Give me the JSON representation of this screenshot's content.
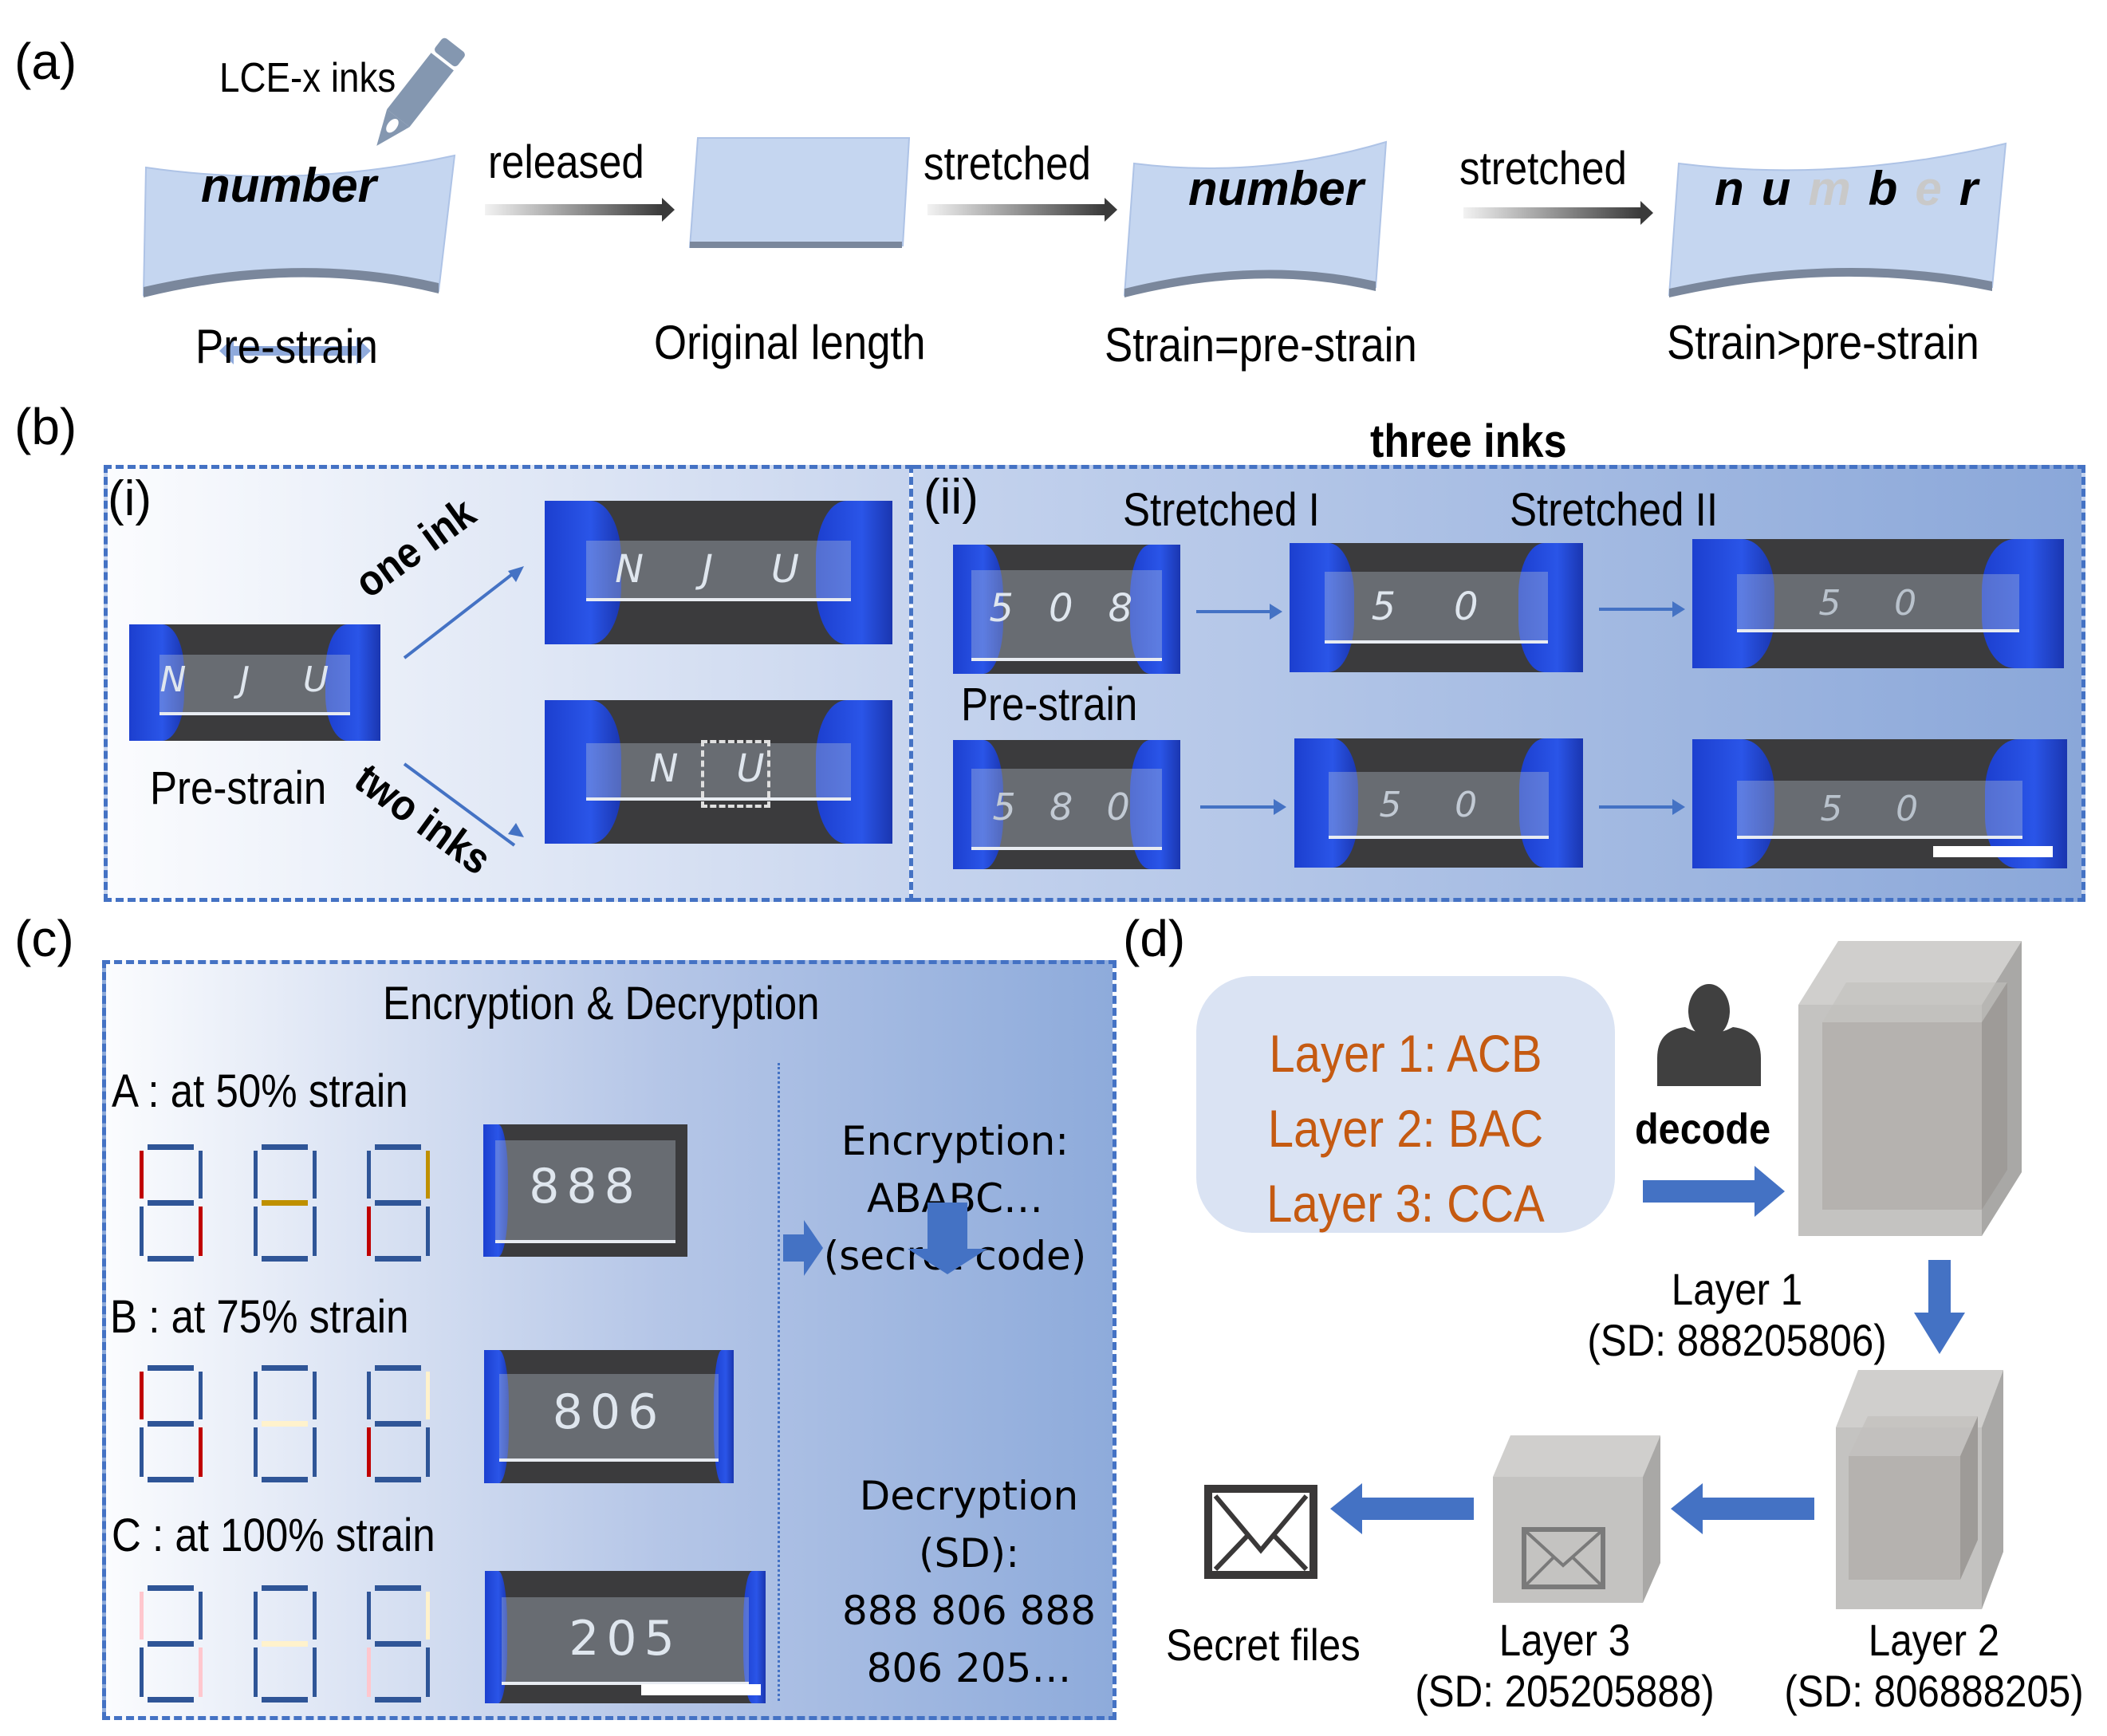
{
  "panel_a": {
    "label": "(a)",
    "pen_label": "LCE-x inks",
    "sheets": [
      {
        "text": "number",
        "caption": "Pre-strain"
      },
      {
        "text": "",
        "caption": "Original length"
      },
      {
        "text": "number",
        "caption": "Strain=pre-strain"
      },
      {
        "letters": [
          "n",
          "u",
          "m",
          "b",
          "e",
          "r"
        ],
        "faded": [
          false,
          false,
          true,
          false,
          true,
          false
        ],
        "caption": "Strain>pre-strain"
      }
    ],
    "arrows": [
      "released",
      "stretched",
      "stretched"
    ],
    "colors": {
      "sheet": "#c5d6f0",
      "sheet_edge": "#7a879c",
      "pen": "#8497b0",
      "faded_letter": "#c9c9c9",
      "prestrain_arrow": "#8faadc"
    }
  },
  "panel_b": {
    "label": "(b)",
    "title": "three inks",
    "sub_i": {
      "label": "(i)",
      "prestrain_caption": "Pre-strain",
      "photo_prestrain_text": "N J U",
      "branches": [
        {
          "label": "one ink",
          "photo_text": "N J U"
        },
        {
          "label": "two inks",
          "photo_text": "N   U"
        }
      ]
    },
    "sub_ii": {
      "label": "(ii)",
      "column_headers": [
        "Stretched I",
        "Stretched II"
      ],
      "prestrain_caption": "Pre-strain",
      "rows": [
        [
          "5 0 8",
          "5 0",
          "5 0"
        ],
        [
          "5 8 0",
          "5   0",
          "5   0"
        ]
      ]
    }
  },
  "panel_c": {
    "label": "(c)",
    "title": "Encryption & Decryption",
    "states": [
      {
        "label": "A : at 50% strain",
        "photo_text": "888",
        "digits": [
          {
            "tl": "#c00000",
            "br": "#c00000"
          },
          {
            "mid": "#bf9000"
          },
          {
            "tr": "#bf9000",
            "bl": "#c00000"
          }
        ]
      },
      {
        "label": "B : at 75% strain",
        "photo_text": "806",
        "digits": [
          {
            "tl": "#c00000",
            "br": "#c00000"
          },
          {
            "mid": "#fff2cc"
          },
          {
            "tr": "#fff2cc",
            "bl": "#c00000"
          }
        ]
      },
      {
        "label": "C : at 100% strain",
        "photo_text": "205",
        "digits": [
          {
            "tl": "#ffc7ce",
            "br": "#ffc7ce"
          },
          {
            "mid": "#fff2cc"
          },
          {
            "tr": "#fff2cc",
            "bl": "#ffc7ce"
          }
        ]
      }
    ],
    "segment_color": "#2f5597",
    "encryption_lines": [
      "Encryption:",
      "ABABC…",
      "(secret code)"
    ],
    "decryption_lines": [
      "Decryption",
      "(SD):",
      "888 806 888",
      "806 205…"
    ]
  },
  "panel_d": {
    "label": "(d)",
    "key_lines": [
      "Layer 1: ACB",
      "Layer 2: BAC",
      "Layer 3: CCA"
    ],
    "decode_label": "decode",
    "layers": [
      {
        "name": "Layer 1",
        "sd": "(SD: 888205806)"
      },
      {
        "name": "Layer 2",
        "sd": "(SD: 806888205)"
      },
      {
        "name": "Layer 3",
        "sd": "(SD: 205205888)"
      }
    ],
    "secret_label": "Secret files",
    "colors": {
      "key_text": "#c55a11",
      "key_bg": "#dae3f3",
      "arrow": "#4472c4",
      "person": "#404040"
    }
  }
}
